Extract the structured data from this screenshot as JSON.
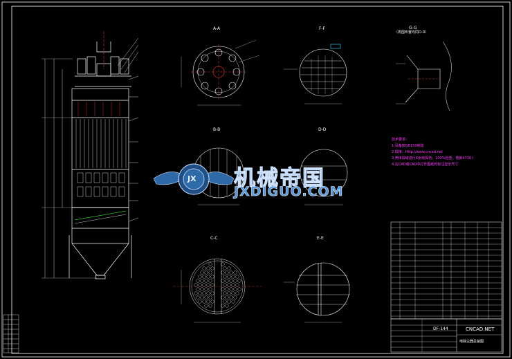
{
  "view_labels": {
    "a": "A-A",
    "b": "B-B",
    "c": "C-C",
    "d": "D-D",
    "e": "E-E",
    "f": "F-F",
    "g": "G-G",
    "g_sub": "（周围布置均同D-D）"
  },
  "notes": [
    "技术要求：",
    "1.设备按GB150制造",
    "2.焊接：Http://www.cncad.net",
    "3.壳体焊缝进行X射线探伤，100%检查，按JB4730 II级合格",
    "4.在CAD或CAD中打开图纸时标注显示尺寸"
  ],
  "watermark": {
    "title": "机械帝国",
    "subtitle": "JXDIGUO.COM",
    "badge": "JX"
  },
  "title_block": {
    "site": "CNCAD.NET",
    "drawing_no": "DF-144",
    "name": "电除尘器总装图"
  },
  "colors": {
    "background": "#000000",
    "line": "#ffffff",
    "accent_green": "#3cff3c",
    "accent_magenta": "#ff3cff",
    "accent_red": "#ff3c3c",
    "accent_cyan": "#3cdcff",
    "watermark": "#4a86c6"
  }
}
